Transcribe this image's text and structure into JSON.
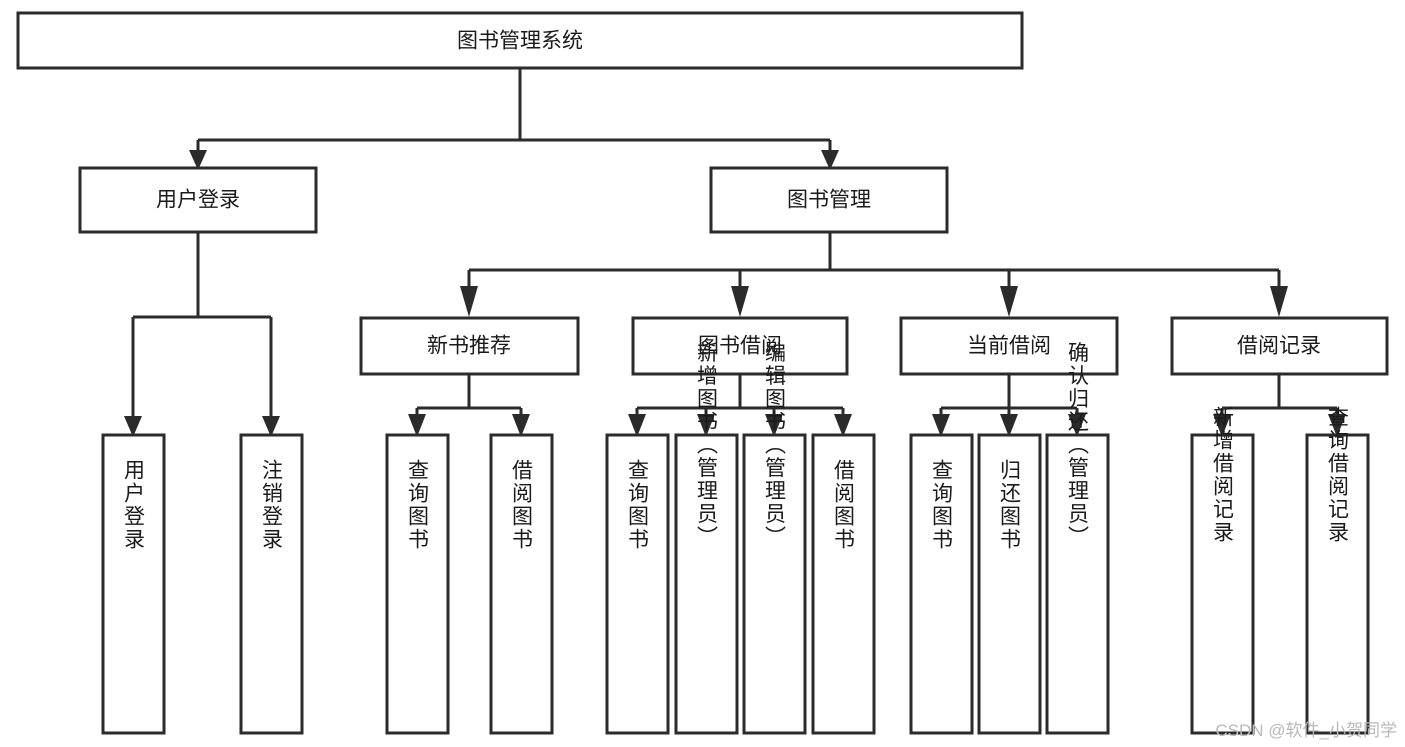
{
  "diagram": {
    "title": "图书管理系统",
    "type": "tree-hierarchy-chart",
    "watermark": "CSDN @软件_小贺同学",
    "colors": {
      "stroke": "#2b2b2b",
      "fill": "#ffffff",
      "text": "#1a1a1a",
      "watermark": "#b9b9b9",
      "background": "#ffffff"
    },
    "levels": {
      "root": {
        "label": "图书管理系统"
      },
      "level2": [
        {
          "id": "user-login",
          "label": "用户登录"
        },
        {
          "id": "book-manage",
          "label": "图书管理"
        }
      ],
      "level3": [
        {
          "id": "new-book-recommend",
          "label": "新书推荐"
        },
        {
          "id": "book-borrow",
          "label": "图书借阅"
        },
        {
          "id": "current-borrow",
          "label": "当前借阅"
        },
        {
          "id": "borrow-record",
          "label": "借阅记录"
        }
      ],
      "leaves": {
        "user-login": [
          {
            "id": "leaf-user-login",
            "label": "用户登录"
          },
          {
            "id": "leaf-user-logout",
            "label": "注销登录"
          }
        ],
        "new-book-recommend": [
          {
            "id": "leaf-query-book-1",
            "label": "查询图书"
          },
          {
            "id": "leaf-borrow-book-1",
            "label": "借阅图书"
          }
        ],
        "book-borrow": [
          {
            "id": "leaf-query-book-2",
            "label": "查询图书"
          },
          {
            "id": "leaf-add-book",
            "label": "新增图书（管理员）"
          },
          {
            "id": "leaf-edit-book",
            "label": "编辑图书（管理员）"
          },
          {
            "id": "leaf-borrow-book-2",
            "label": "借阅图书"
          }
        ],
        "current-borrow": [
          {
            "id": "leaf-query-book-3",
            "label": "查询图书"
          },
          {
            "id": "leaf-return-book",
            "label": "归还图书"
          },
          {
            "id": "leaf-confirm-return",
            "label": "确认归还（管理员）"
          }
        ],
        "borrow-record": [
          {
            "id": "leaf-add-record",
            "label": "新增借阅记录"
          },
          {
            "id": "leaf-query-record",
            "label": "查询借阅记录"
          }
        ]
      }
    }
  }
}
